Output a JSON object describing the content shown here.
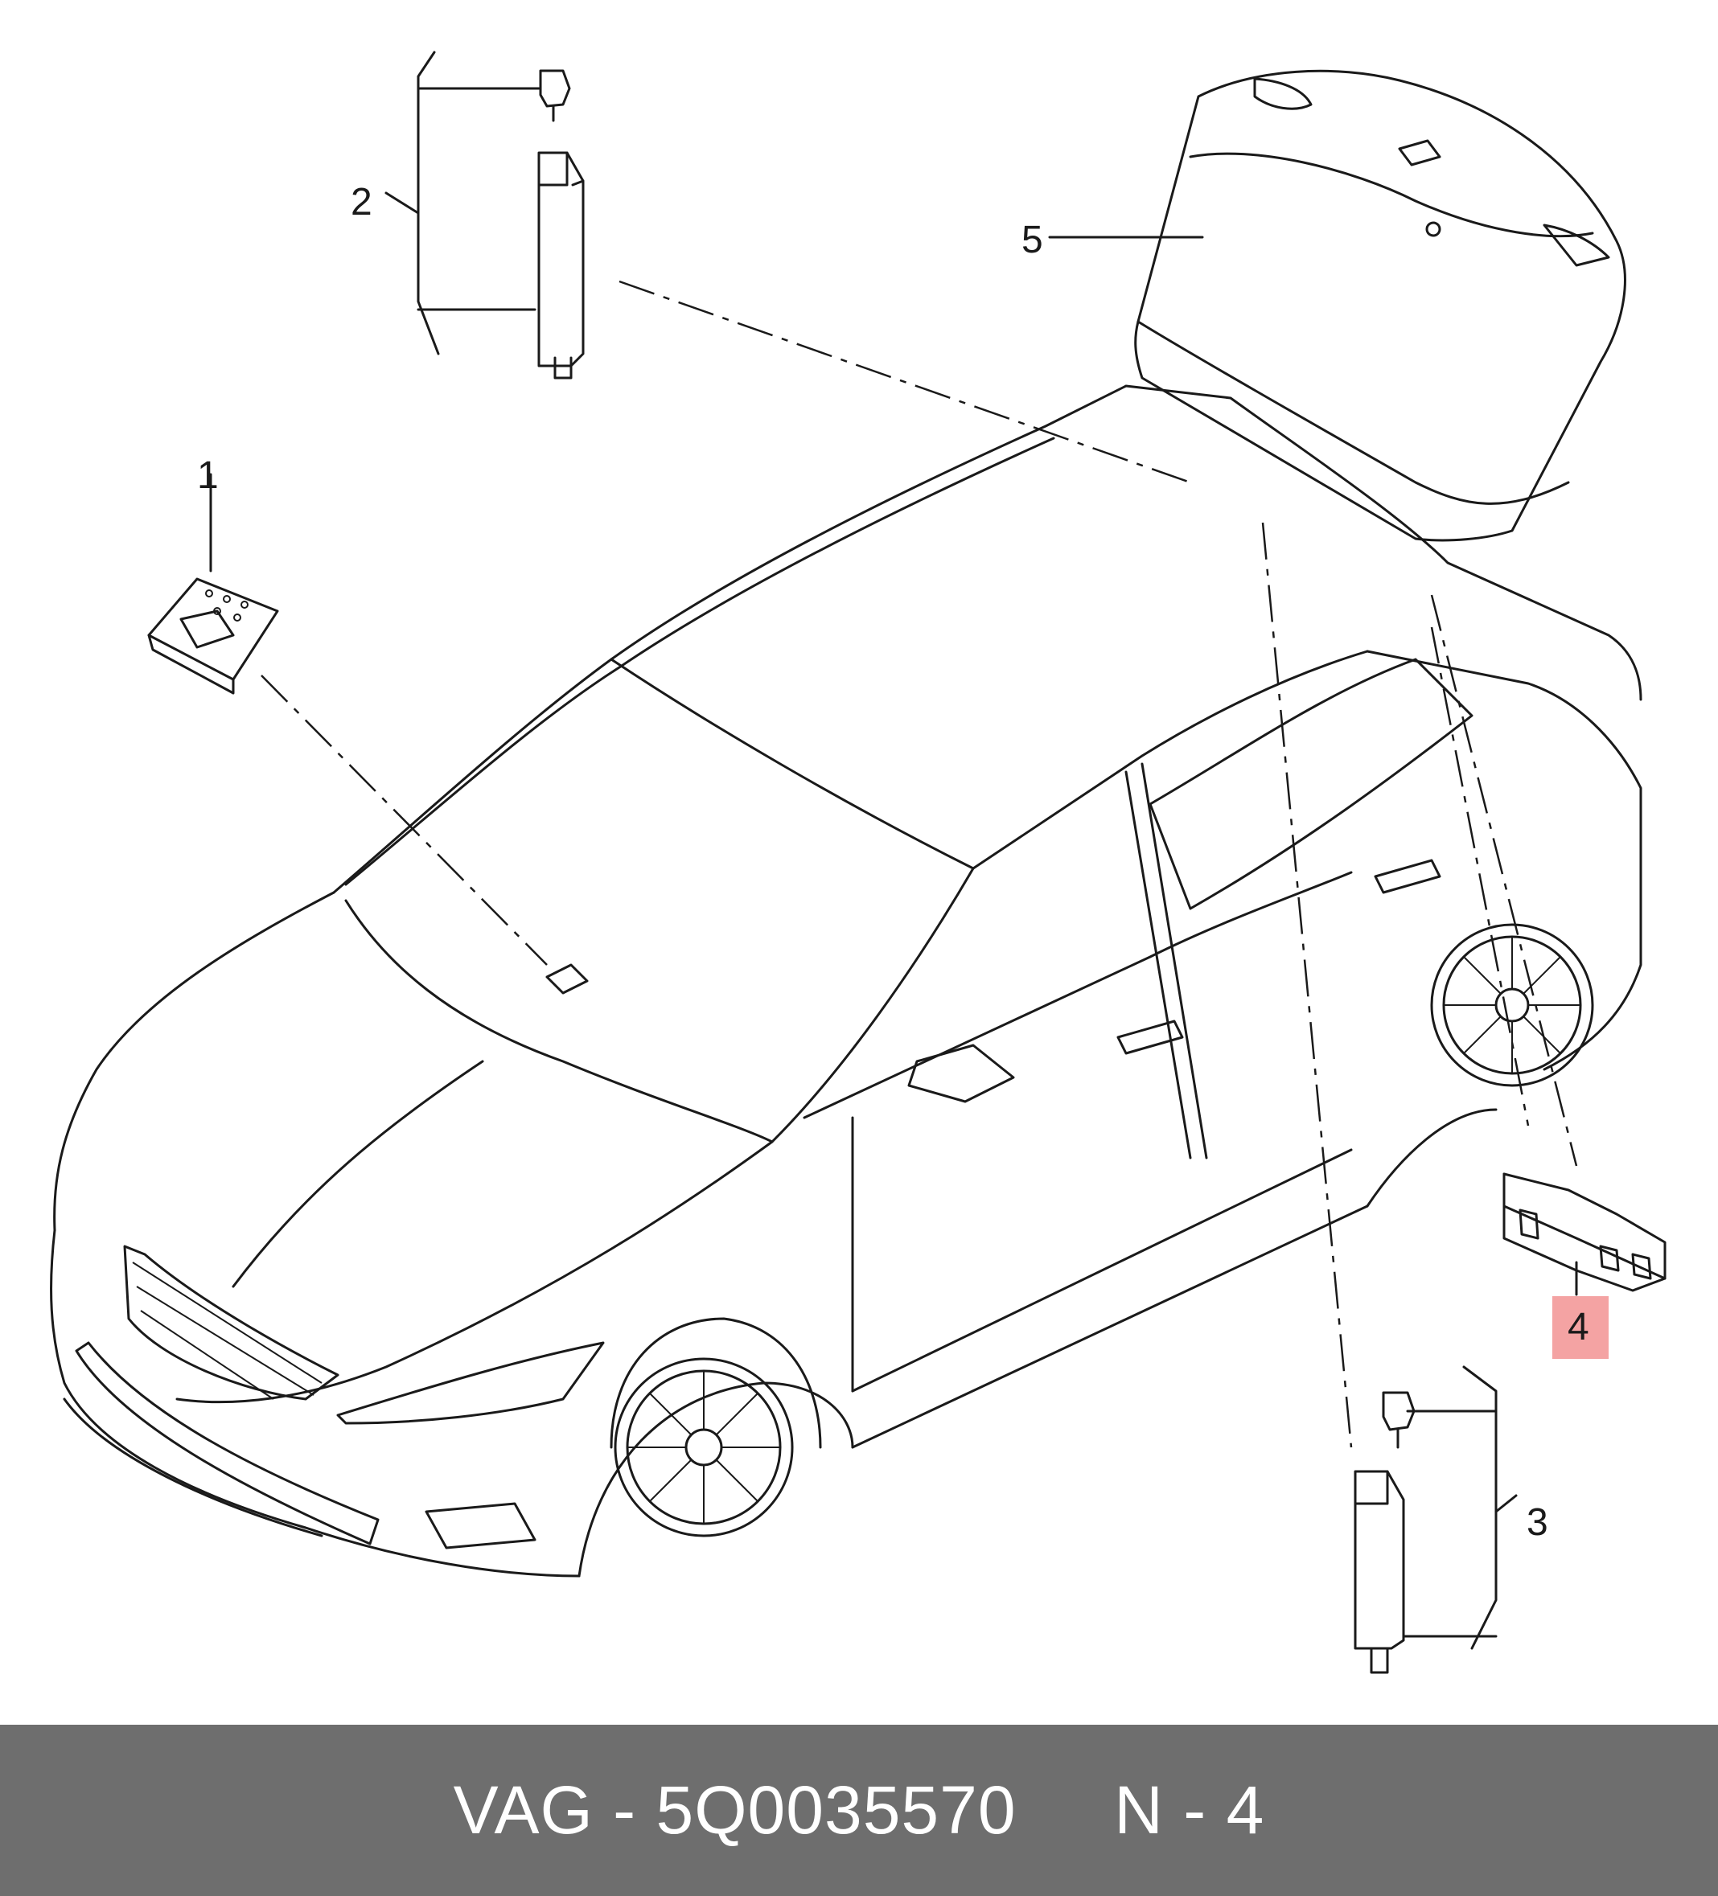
{
  "callouts": {
    "c1": "1",
    "c2": "2",
    "c3": "3",
    "c4": "4",
    "c5": "5"
  },
  "highlight": {
    "callout": "4",
    "color": "#f4a3a3"
  },
  "footer": {
    "brand": "VAG",
    "sep1": " - ",
    "part_number": "5Q0035570",
    "gap": "     ",
    "position_label": "N - 4",
    "background": "#6e6e6e"
  }
}
